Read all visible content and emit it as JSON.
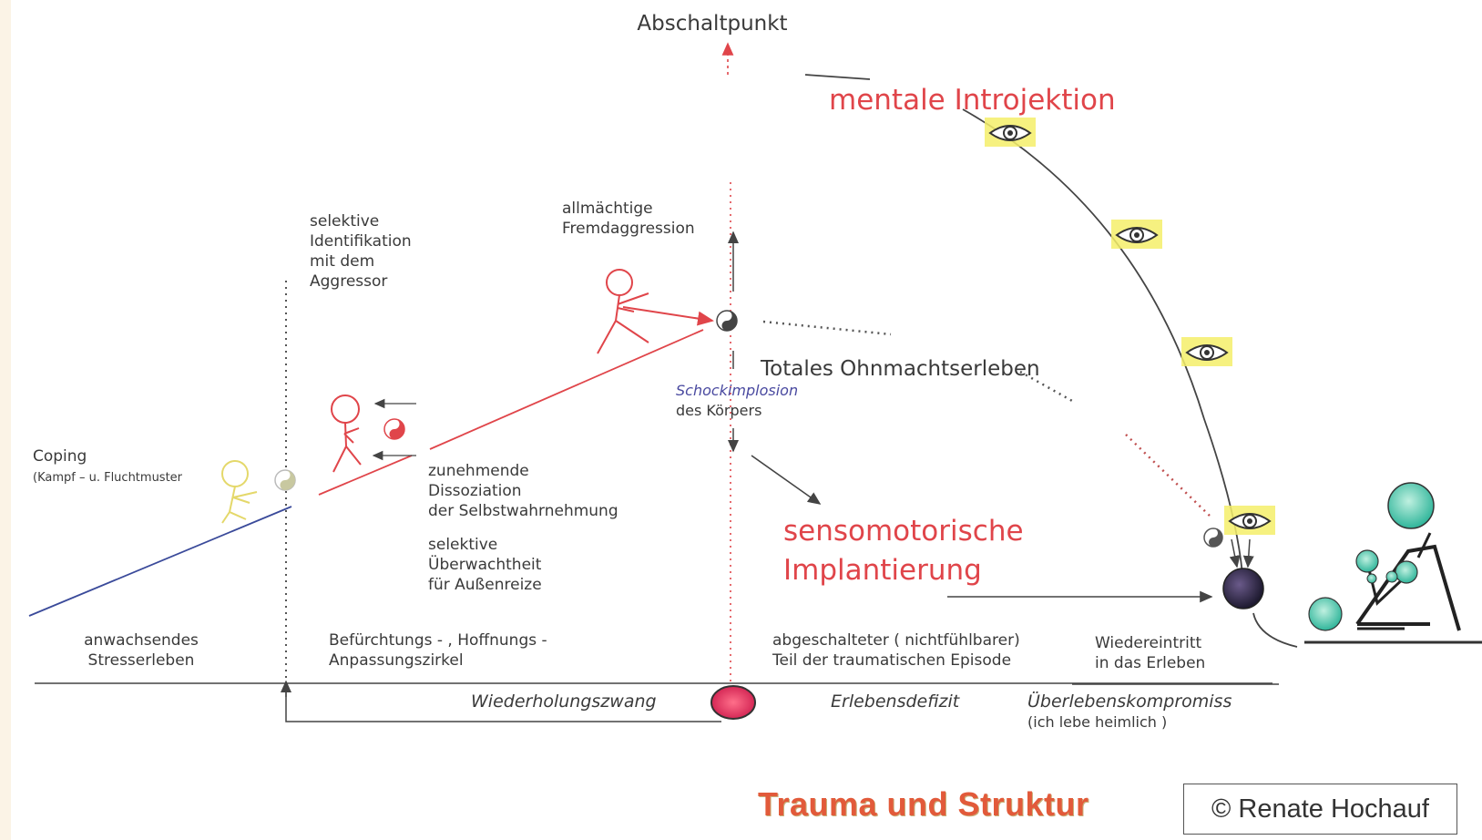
{
  "title": "Trauma und Struktur",
  "copyright": "© Renate Hochauf",
  "labels": {
    "abschaltpunkt": "Abschaltpunkt",
    "mentale": "mentale Introjektion",
    "selektive_ident": [
      "selektive",
      "Identifikation",
      "mit dem",
      "Aggressor"
    ],
    "allmaechtige": [
      "allmächtige",
      "Fremdaggression"
    ],
    "totales": "Totales Ohnmachtserleben",
    "schock1": "Schockimplosion",
    "schock2": "des Körpers",
    "coping1": "Coping",
    "coping2": "(Kampf – u. Fluchtmuster",
    "dissoziation": [
      "zunehmende",
      "Dissoziation",
      "der Selbstwahrnehmung"
    ],
    "ueberwachtheit": [
      "selektive",
      "Überwachtheit",
      "für Außenreize"
    ],
    "sensomotorische": [
      "sensomotorische",
      "Implantierung"
    ],
    "anwachsendes": [
      "anwachsendes",
      "Stresserleben"
    ],
    "befuerchtungs": [
      "Befürchtungs - , Hoffnungs -",
      "Anpassungszirkel"
    ],
    "abgeschalteter": [
      "abgeschalteter ( nichtfühlbarer)",
      "Teil der traumatischen Episode"
    ],
    "wiedereintritt": [
      "Wiedereintritt",
      "in das Erleben"
    ],
    "wiederholungszwang": "Wiederholungszwang",
    "erlebensdefizit": "Erlebensdefizit",
    "ueberlebenskompromiss": "Überlebenskompromiss",
    "ich_lebe": "(ich lebe heimlich )"
  },
  "colors": {
    "red": "#e0454a",
    "blue_line": "#3a4a9a",
    "yellow_figure": "#e4d86a",
    "teal": "#4cc4a8",
    "dark": "#3a3a3a"
  }
}
